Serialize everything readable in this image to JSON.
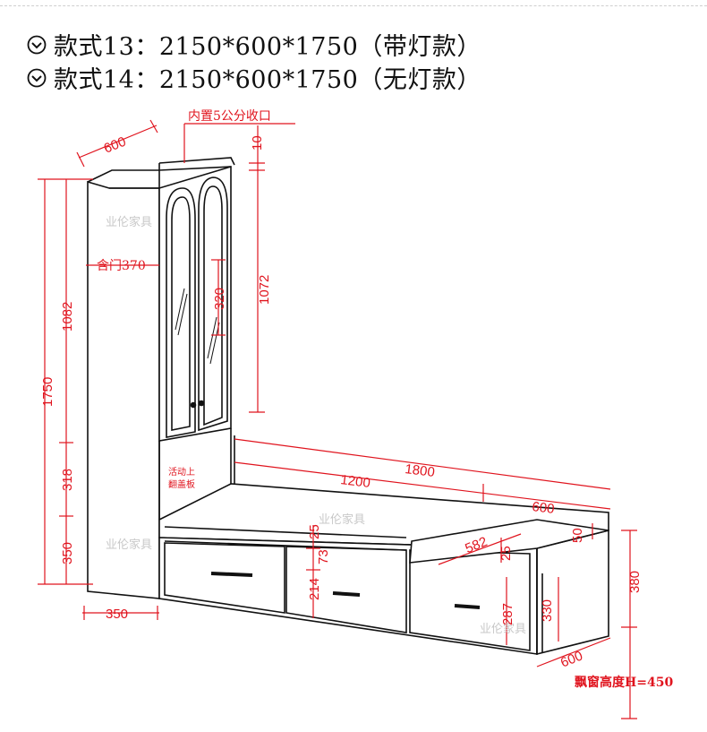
{
  "specs": [
    {
      "text": "款式13：2150*600*1750（带灯款）"
    },
    {
      "text": "款式14：2150*600*1750（无灯款）"
    }
  ],
  "dims": {
    "depth_top": "600",
    "inner_lip": "内置5公分收口",
    "top_gap": "10",
    "total_h": "1750",
    "upper_h": "1082",
    "middle_h": "318",
    "lower_h": "350",
    "door_depth": "含门370",
    "shelf_gap": "320",
    "cabinet_h": "1072",
    "bottom_w": "350",
    "total_w": "1800",
    "inner_w": "1200",
    "right_w": "600",
    "flip_lid": "活动上翻盖板",
    "d25a": "25",
    "d73": "73",
    "d214": "214",
    "d582": "582",
    "d25b": "25",
    "d50": "50",
    "d287": "287",
    "d330": "330",
    "d380": "380",
    "bottom_depth": "600",
    "bay_height": "飘窗高度H=450"
  },
  "watermark": "业伦家具",
  "colors": {
    "dimension": "#e0141e",
    "line": "#111111",
    "watermark": "#c8c8c8"
  }
}
